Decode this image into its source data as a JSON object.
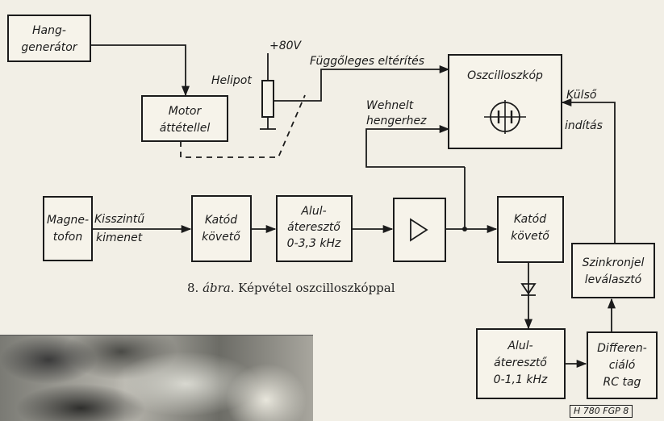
{
  "blocks": {
    "hanggenerator": [
      "Hang-",
      "generátor"
    ],
    "motor": [
      "Motor",
      "áttétellel"
    ],
    "oszcilloszkop": "Oszcilloszkóp",
    "magnetofon": [
      "Magne-",
      "tofon"
    ],
    "katod1": [
      "Katód",
      "követő"
    ],
    "alulatereszto1": [
      "Alul-",
      "áteresztő",
      "0-3,3 kHz"
    ],
    "katod2": [
      "Katód",
      "követő"
    ],
    "szinkronjel": [
      "Szinkronjel",
      "leválasztó"
    ],
    "alulatereszto2": [
      "Alul-",
      "áteresztő",
      "0-1,1 kHz"
    ],
    "differencialo": [
      "Differen-",
      "ciáló",
      "RC tag"
    ]
  },
  "labels": {
    "voltage": "+80V",
    "helipot": "Helipot",
    "fuggoleges": "Függőleges eltérítés",
    "wehnelt": [
      "Wehnelt",
      "hengerhez"
    ],
    "kulso": [
      "Külső",
      "indítás"
    ],
    "kisszintu": [
      "Kisszintű",
      "kimenet"
    ]
  },
  "caption": {
    "number": "8.",
    "fig": "ábra",
    "text": ". Képvétel oszcilloszkóppal"
  },
  "code": "H 780 FGP 8"
}
